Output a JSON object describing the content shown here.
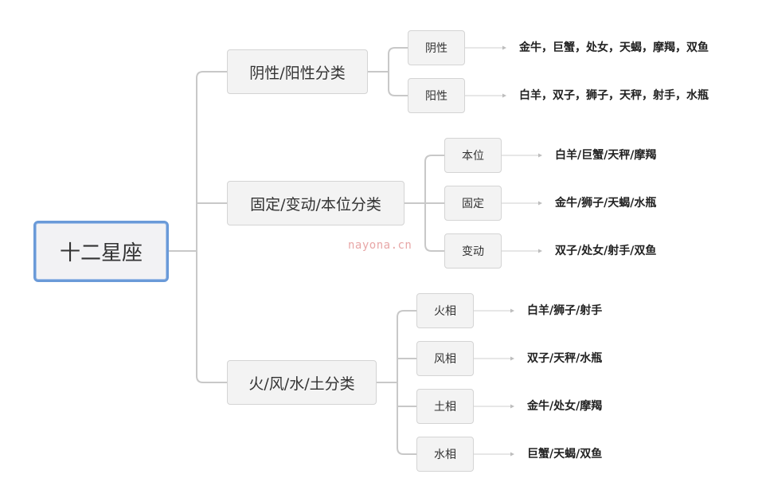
{
  "root": {
    "label": "十二星座"
  },
  "branches": [
    {
      "label": "阴性/阳性分类",
      "children": [
        {
          "label": "阴性",
          "leaf": "金牛，巨蟹，处女，天蝎，摩羯，双鱼"
        },
        {
          "label": "阳性",
          "leaf": "白羊，双子，狮子，天秤，射手，水瓶"
        }
      ]
    },
    {
      "label": "固定/变动/本位分类",
      "children": [
        {
          "label": "本位",
          "leaf": "白羊/巨蟹/天秤/摩羯"
        },
        {
          "label": "固定",
          "leaf": "金牛/狮子/天蝎/水瓶"
        },
        {
          "label": "变动",
          "leaf": "双子/处女/射手/双鱼"
        }
      ]
    },
    {
      "label": "火/风/水/土分类",
      "children": [
        {
          "label": "火相",
          "leaf": "白羊/狮子/射手"
        },
        {
          "label": "风相",
          "leaf": "双子/天秤/水瓶"
        },
        {
          "label": "土相",
          "leaf": "金牛/处女/摩羯"
        },
        {
          "label": "水相",
          "leaf": "巨蟹/天蝎/双鱼"
        }
      ]
    }
  ],
  "watermark": "nayona.cn",
  "colors": {
    "connector": "#c8c8c8",
    "root_border": "#6a9ad8",
    "node_fill": "#f3f3f3",
    "node_border": "#d4d4d4"
  }
}
